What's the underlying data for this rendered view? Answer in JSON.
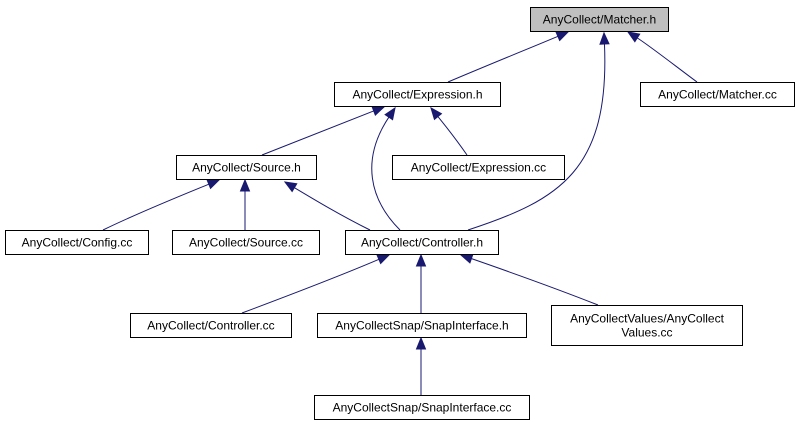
{
  "nodes": {
    "matcher_h": {
      "lines": [
        "AnyCollect/Matcher.h"
      ],
      "highlighted": true
    },
    "expression_h": {
      "lines": [
        "AnyCollect/Expression.h"
      ]
    },
    "matcher_cc": {
      "lines": [
        "AnyCollect/Matcher.cc"
      ]
    },
    "source_h": {
      "lines": [
        "AnyCollect/Source.h"
      ]
    },
    "expression_cc": {
      "lines": [
        "AnyCollect/Expression.cc"
      ]
    },
    "config_cc": {
      "lines": [
        "AnyCollect/Config.cc"
      ]
    },
    "source_cc": {
      "lines": [
        "AnyCollect/Source.cc"
      ]
    },
    "controller_h": {
      "lines": [
        "AnyCollect/Controller.h"
      ]
    },
    "controller_cc": {
      "lines": [
        "AnyCollect/Controller.cc"
      ]
    },
    "snapinterface_h": {
      "lines": [
        "AnyCollectSnap/SnapInterface.h"
      ]
    },
    "values_cc": {
      "lines": [
        "AnyCollectValues/AnyCollect",
        "Values.cc"
      ]
    },
    "snapinterface_cc": {
      "lines": [
        "AnyCollectSnap/SnapInterface.cc"
      ]
    }
  },
  "edges": [
    {
      "from": "expression_h",
      "to": "matcher_h"
    },
    {
      "from": "matcher_cc",
      "to": "matcher_h"
    },
    {
      "from": "controller_h",
      "to": "matcher_h"
    },
    {
      "from": "source_h",
      "to": "expression_h"
    },
    {
      "from": "expression_cc",
      "to": "expression_h"
    },
    {
      "from": "controller_h",
      "to": "expression_h"
    },
    {
      "from": "config_cc",
      "to": "source_h"
    },
    {
      "from": "source_cc",
      "to": "source_h"
    },
    {
      "from": "controller_h",
      "to": "source_h"
    },
    {
      "from": "controller_cc",
      "to": "controller_h"
    },
    {
      "from": "snapinterface_h",
      "to": "controller_h"
    },
    {
      "from": "values_cc",
      "to": "controller_h"
    },
    {
      "from": "snapinterface_cc",
      "to": "snapinterface_h"
    }
  ],
  "colors": {
    "highlight_fill": "#bfbfbf",
    "node_fill": "#ffffff",
    "edge": "#191970",
    "border": "#000000"
  }
}
